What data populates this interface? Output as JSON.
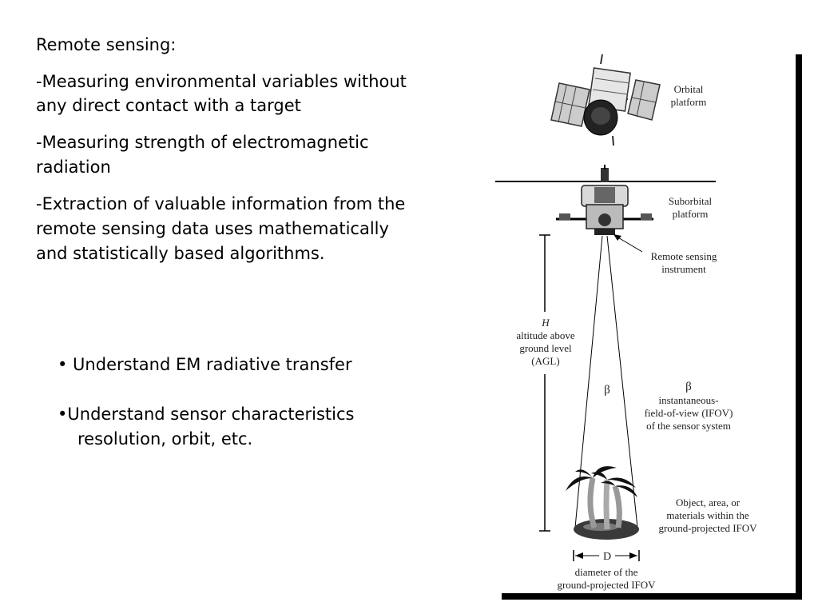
{
  "slide": {
    "heading": "Remote sensing:",
    "paragraphs": [
      "-Measuring environmental variables without",
      "any direct contact with a target",
      "-Measuring  strength of electromagnetic",
      "radiation",
      "-Extraction of valuable information from the",
      "remote sensing data uses mathematically",
      "and statistically based algorithms."
    ],
    "bullets": [
      "• Understand EM radiative transfer",
      "•Understand sensor characteristics",
      "resolution, orbit, etc."
    ]
  },
  "diagram": {
    "labels": {
      "orbital_1": "Orbital",
      "orbital_2": "platform",
      "suborbital_1": "Suborbital",
      "suborbital_2": "platform",
      "instrument_1": "Remote sensing",
      "instrument_2": "instrument",
      "h_symbol": "H",
      "agl_1": "altitude above",
      "agl_2": "ground level",
      "agl_3": "(AGL)",
      "beta_center": "β",
      "beta_symbol": "β",
      "ifov_1": "instantaneous-",
      "ifov_2": "field-of-view (IFOV)",
      "ifov_3": "of the sensor system",
      "object_1": "Object, area, or",
      "object_2": "materials within the",
      "object_3": "ground-projected IFOV",
      "d_symbol": "D",
      "diameter_1": "diameter of the",
      "diameter_2": "ground-projected IFOV"
    }
  }
}
